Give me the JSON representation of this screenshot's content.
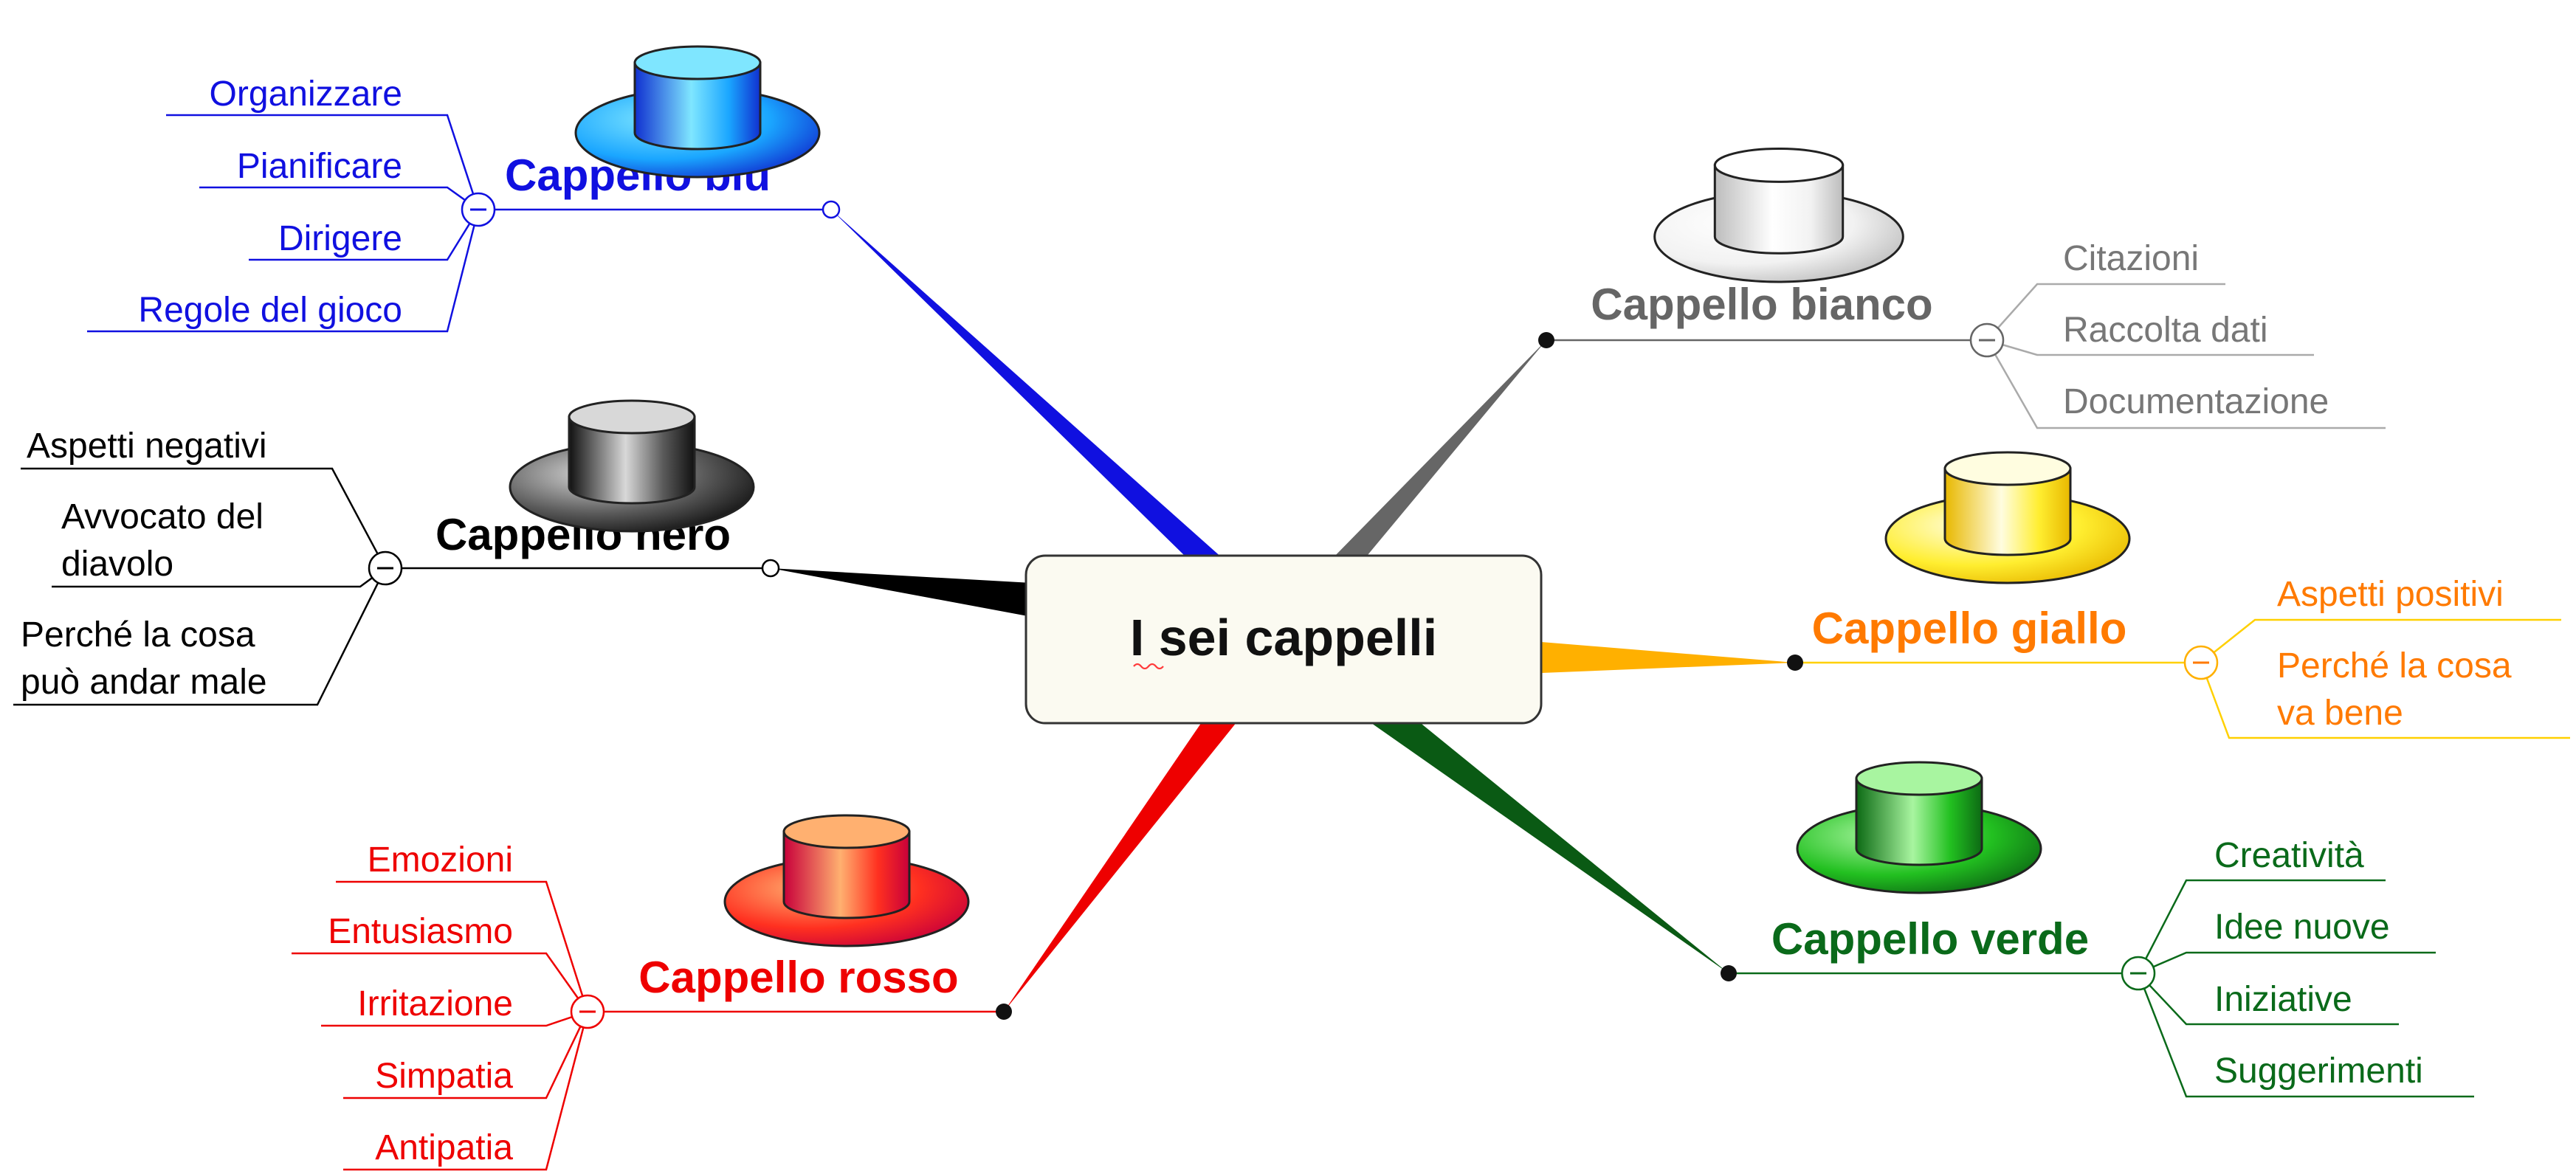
{
  "central": {
    "title": "I sei cappelli"
  },
  "branches": [
    {
      "key": "blu",
      "title": "Cappello blu",
      "color": "#1010e0",
      "hat_light": "#7fe6ff",
      "hat_mid": "#1aa6ff",
      "hat_dark": "#1030d0",
      "topics": [
        "Organizzare",
        "Pianificare",
        "Dirigere",
        "Regole del gioco"
      ]
    },
    {
      "key": "nero",
      "title": "Cappello nero",
      "color": "#000000",
      "hat_light": "#d8d8d8",
      "hat_mid": "#5a5a5a",
      "hat_dark": "#111111",
      "topics": [
        "Aspetti negativi",
        "Avvocato del diavolo",
        "Perché la cosa può andar male"
      ]
    },
    {
      "key": "rosso",
      "title": "Cappello rosso",
      "color": "#ee0000",
      "hat_light": "#ffb070",
      "hat_mid": "#ff3020",
      "hat_dark": "#c8003a",
      "topics": [
        "Emozioni",
        "Entusiasmo",
        "Irritazione",
        "Simpatia",
        "Antipatia"
      ]
    },
    {
      "key": "bianco",
      "title": "Cappello bianco",
      "color": "#666666",
      "hat_light": "#ffffff",
      "hat_mid": "#f2f2f2",
      "hat_dark": "#bdbdbd",
      "topics": [
        "Citazioni",
        "Raccolta dati",
        "Documentazione"
      ]
    },
    {
      "key": "giallo",
      "title": "Cappello giallo",
      "color": "#ff7a00",
      "hat_light": "#fffde0",
      "hat_mid": "#ffee30",
      "hat_dark": "#e8b800",
      "topics": [
        "Aspetti positivi",
        "Perché la cosa va bene"
      ]
    },
    {
      "key": "verde",
      "title": "Cappello verde",
      "color": "#0a6a1a",
      "hat_light": "#a8f5a0",
      "hat_mid": "#22c020",
      "hat_dark": "#0d6a14",
      "topics": [
        "Creatività",
        "Idee nuove",
        "Iniziative",
        "Suggerimenti"
      ]
    }
  ]
}
